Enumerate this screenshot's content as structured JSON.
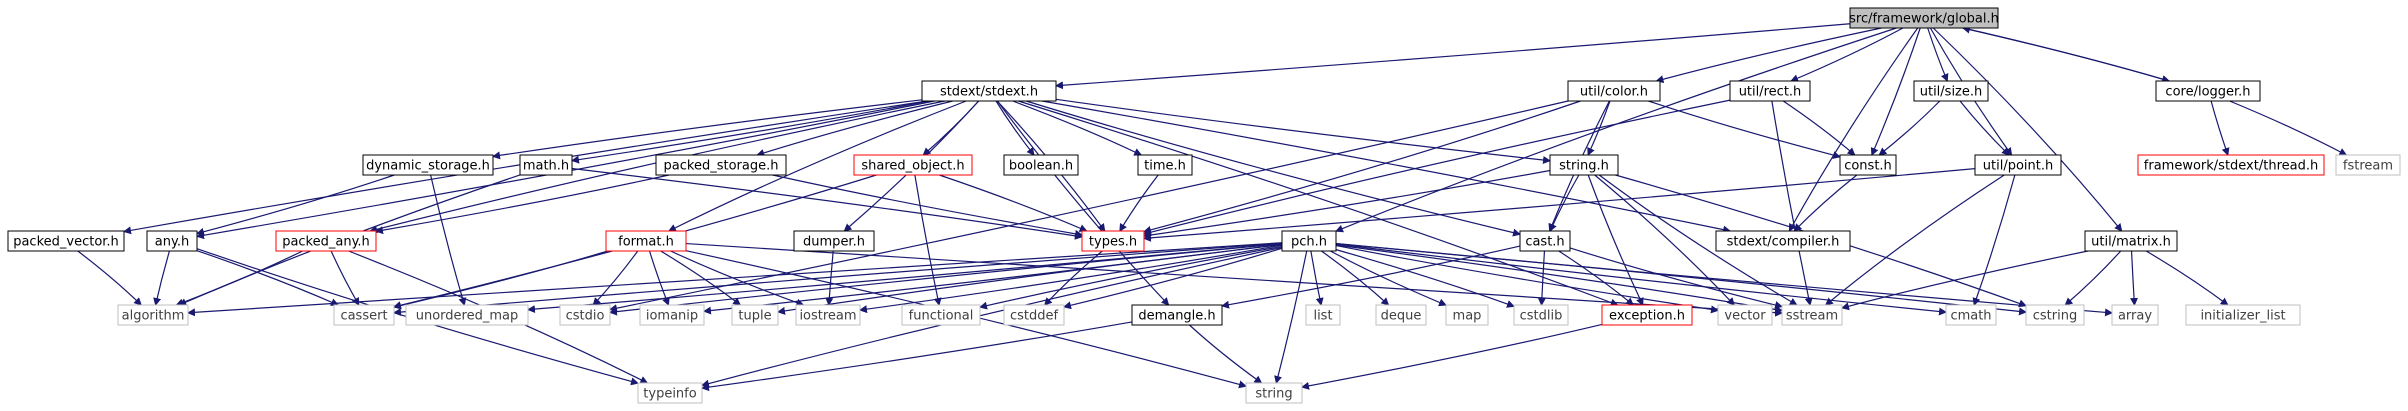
{
  "colors": {
    "edge": "#191970",
    "node_border": "#000000",
    "missing_border": "#bfbfbf",
    "missing_text": "#404040",
    "undocumented_border": "#ff0000",
    "root_fill": "#bfbfbf",
    "text": "#000000"
  },
  "nodes": [
    {
      "id": "global",
      "label": "src/framework/global.h",
      "kind": "root"
    },
    {
      "id": "stdext",
      "label": "stdext/stdext.h",
      "kind": "normal"
    },
    {
      "id": "color",
      "label": "util/color.h",
      "kind": "normal"
    },
    {
      "id": "rect",
      "label": "util/rect.h",
      "kind": "normal"
    },
    {
      "id": "size",
      "label": "util/size.h",
      "kind": "normal"
    },
    {
      "id": "logger",
      "label": "core/logger.h",
      "kind": "normal"
    },
    {
      "id": "thread",
      "label": "framework/stdext/thread.h",
      "kind": "undocumented"
    },
    {
      "id": "fstream",
      "label": "fstream",
      "kind": "missing"
    },
    {
      "id": "dynamic",
      "label": "dynamic_storage.h",
      "kind": "normal"
    },
    {
      "id": "mathh",
      "label": "math.h",
      "kind": "normal"
    },
    {
      "id": "packed_storage",
      "label": "packed_storage.h",
      "kind": "normal"
    },
    {
      "id": "shared_object",
      "label": "shared_object.h",
      "kind": "undocumented"
    },
    {
      "id": "boolean",
      "label": "boolean.h",
      "kind": "normal"
    },
    {
      "id": "time",
      "label": "time.h",
      "kind": "normal"
    },
    {
      "id": "string_h",
      "label": "string.h",
      "kind": "normal"
    },
    {
      "id": "consth",
      "label": "const.h",
      "kind": "normal"
    },
    {
      "id": "point",
      "label": "util/point.h",
      "kind": "normal"
    },
    {
      "id": "packed_vector",
      "label": "packed_vector.h",
      "kind": "normal"
    },
    {
      "id": "anyh",
      "label": "any.h",
      "kind": "normal"
    },
    {
      "id": "packed_any",
      "label": "packed_any.h",
      "kind": "undocumented"
    },
    {
      "id": "types",
      "label": "types.h",
      "kind": "undocumented"
    },
    {
      "id": "compiler",
      "label": "stdext/compiler.h",
      "kind": "normal"
    },
    {
      "id": "format",
      "label": "format.h",
      "kind": "undocumented"
    },
    {
      "id": "dumper",
      "label": "dumper.h",
      "kind": "normal"
    },
    {
      "id": "pch",
      "label": "pch.h",
      "kind": "normal"
    },
    {
      "id": "cast",
      "label": "cast.h",
      "kind": "normal"
    },
    {
      "id": "matrix",
      "label": "util/matrix.h",
      "kind": "normal"
    },
    {
      "id": "algorithm",
      "label": "algorithm",
      "kind": "missing"
    },
    {
      "id": "cassert",
      "label": "cassert",
      "kind": "missing"
    },
    {
      "id": "unordered_map",
      "label": "unordered_map",
      "kind": "missing"
    },
    {
      "id": "cstdio",
      "label": "cstdio",
      "kind": "missing"
    },
    {
      "id": "iomanip",
      "label": "iomanip",
      "kind": "missing"
    },
    {
      "id": "tuple",
      "label": "tuple",
      "kind": "missing"
    },
    {
      "id": "iostream",
      "label": "iostream",
      "kind": "missing"
    },
    {
      "id": "functional",
      "label": "functional",
      "kind": "missing"
    },
    {
      "id": "cstddef",
      "label": "cstddef",
      "kind": "missing"
    },
    {
      "id": "demangle",
      "label": "demangle.h",
      "kind": "normal"
    },
    {
      "id": "list",
      "label": "list",
      "kind": "missing"
    },
    {
      "id": "deque",
      "label": "deque",
      "kind": "missing"
    },
    {
      "id": "map",
      "label": "map",
      "kind": "missing"
    },
    {
      "id": "cstdlib",
      "label": "cstdlib",
      "kind": "missing"
    },
    {
      "id": "exception",
      "label": "exception.h",
      "kind": "undocumented"
    },
    {
      "id": "vector",
      "label": "vector",
      "kind": "missing"
    },
    {
      "id": "sstream",
      "label": "sstream",
      "kind": "missing"
    },
    {
      "id": "cmath",
      "label": "cmath",
      "kind": "missing"
    },
    {
      "id": "cstring",
      "label": "cstring",
      "kind": "missing"
    },
    {
      "id": "array",
      "label": "array",
      "kind": "missing"
    },
    {
      "id": "init_list",
      "label": "initializer_list",
      "kind": "missing"
    },
    {
      "id": "typeinfo",
      "label": "typeinfo",
      "kind": "missing"
    },
    {
      "id": "string",
      "label": "string",
      "kind": "missing"
    }
  ],
  "edges": [
    [
      "global",
      "stdext"
    ],
    [
      "global",
      "color"
    ],
    [
      "global",
      "rect"
    ],
    [
      "global",
      "size"
    ],
    [
      "global",
      "logger"
    ],
    [
      "global",
      "point"
    ],
    [
      "global",
      "consth"
    ],
    [
      "global",
      "compiler"
    ],
    [
      "global",
      "matrix"
    ],
    [
      "global",
      "pch"
    ],
    [
      "logger",
      "global"
    ],
    [
      "logger",
      "thread"
    ],
    [
      "logger",
      "fstream"
    ],
    [
      "stdext",
      "dynamic"
    ],
    [
      "stdext",
      "mathh"
    ],
    [
      "stdext",
      "packed_storage"
    ],
    [
      "stdext",
      "shared_object"
    ],
    [
      "stdext",
      "boolean"
    ],
    [
      "stdext",
      "time"
    ],
    [
      "stdext",
      "string_h"
    ],
    [
      "stdext",
      "compiler"
    ],
    [
      "stdext",
      "packed_vector"
    ],
    [
      "stdext",
      "anyh"
    ],
    [
      "stdext",
      "packed_any"
    ],
    [
      "stdext",
      "types"
    ],
    [
      "stdext",
      "format"
    ],
    [
      "stdext",
      "dumper"
    ],
    [
      "stdext",
      "cast"
    ],
    [
      "stdext",
      "exception"
    ],
    [
      "stdext",
      "demangle"
    ],
    [
      "color",
      "types"
    ],
    [
      "color",
      "consth"
    ],
    [
      "color",
      "string_h"
    ],
    [
      "color",
      "cast"
    ],
    [
      "color",
      "cstdio"
    ],
    [
      "rect",
      "types"
    ],
    [
      "rect",
      "consth"
    ],
    [
      "rect",
      "sstream"
    ],
    [
      "size",
      "consth"
    ],
    [
      "size",
      "point"
    ],
    [
      "point",
      "types"
    ],
    [
      "point",
      "sstream"
    ],
    [
      "point",
      "cmath"
    ],
    [
      "consth",
      "compiler"
    ],
    [
      "dynamic",
      "anyh"
    ],
    [
      "dynamic",
      "unordered_map"
    ],
    [
      "mathh",
      "types"
    ],
    [
      "mathh",
      "algorithm"
    ],
    [
      "packed_storage",
      "packed_any"
    ],
    [
      "packed_storage",
      "types"
    ],
    [
      "shared_object",
      "types"
    ],
    [
      "shared_object",
      "functional"
    ],
    [
      "shared_object",
      "cassert"
    ],
    [
      "time",
      "types"
    ],
    [
      "string_h",
      "types"
    ],
    [
      "string_h",
      "cast"
    ],
    [
      "string_h",
      "vector"
    ],
    [
      "string_h",
      "exception"
    ],
    [
      "string_h",
      "cstring"
    ],
    [
      "string_h",
      "sstream"
    ],
    [
      "packed_vector",
      "algorithm"
    ],
    [
      "anyh",
      "algorithm"
    ],
    [
      "anyh",
      "cassert"
    ],
    [
      "anyh",
      "typeinfo"
    ],
    [
      "packed_any",
      "algorithm"
    ],
    [
      "packed_any",
      "cassert"
    ],
    [
      "packed_any",
      "typeinfo"
    ],
    [
      "types",
      "cstddef"
    ],
    [
      "format",
      "cstdio"
    ],
    [
      "format",
      "iomanip"
    ],
    [
      "format",
      "tuple"
    ],
    [
      "format",
      "iostream"
    ],
    [
      "format",
      "cassert"
    ],
    [
      "format",
      "sstream"
    ],
    [
      "format",
      "string"
    ],
    [
      "dumper",
      "iostream"
    ],
    [
      "cast",
      "exception"
    ],
    [
      "cast",
      "cstdlib"
    ],
    [
      "cast",
      "demangle"
    ],
    [
      "cast",
      "sstream"
    ],
    [
      "pch",
      "algorithm"
    ],
    [
      "pch",
      "cassert"
    ],
    [
      "pch",
      "unordered_map"
    ],
    [
      "pch",
      "cstdio"
    ],
    [
      "pch",
      "iomanip"
    ],
    [
      "pch",
      "tuple"
    ],
    [
      "pch",
      "iostream"
    ],
    [
      "pch",
      "functional"
    ],
    [
      "pch",
      "cstddef"
    ],
    [
      "pch",
      "list"
    ],
    [
      "pch",
      "deque"
    ],
    [
      "pch",
      "map"
    ],
    [
      "pch",
      "cstdlib"
    ],
    [
      "pch",
      "vector"
    ],
    [
      "pch",
      "sstream"
    ],
    [
      "pch",
      "cmath"
    ],
    [
      "pch",
      "cstring"
    ],
    [
      "pch",
      "array"
    ],
    [
      "pch",
      "string"
    ],
    [
      "pch",
      "typeinfo"
    ],
    [
      "exception",
      "string"
    ],
    [
      "demangle",
      "string"
    ],
    [
      "demangle",
      "typeinfo"
    ],
    [
      "matrix",
      "sstream"
    ],
    [
      "matrix",
      "cstring"
    ],
    [
      "matrix",
      "array"
    ],
    [
      "matrix",
      "init_list"
    ]
  ]
}
